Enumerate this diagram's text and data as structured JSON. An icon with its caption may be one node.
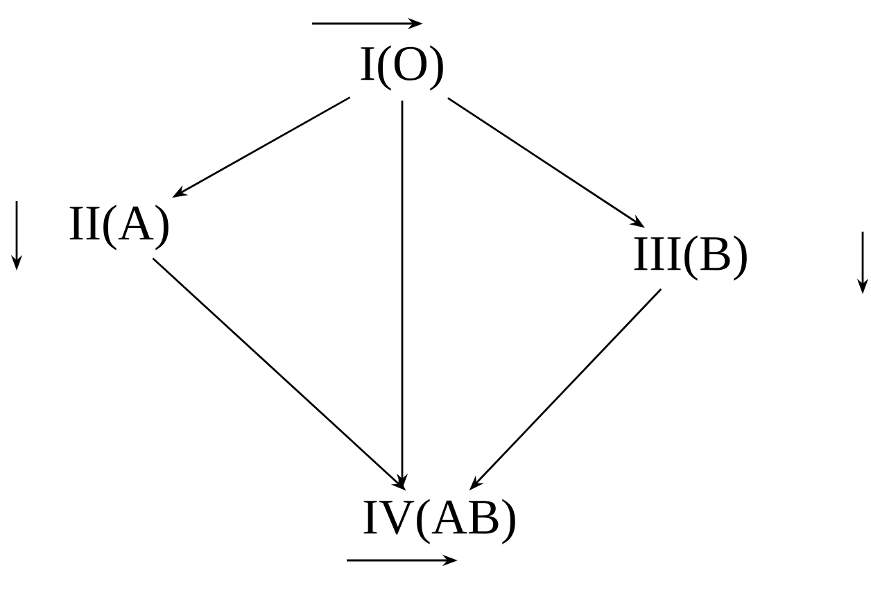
{
  "diagram": {
    "nodes": [
      {
        "text": [
          "I(O)"
        ]
      },
      {
        "text": [
          "II(A)"
        ]
      },
      {
        "text": [
          "III(B)"
        ]
      },
      {
        "text": [
          "IV(AB)"
        ]
      }
    ],
    "edges": [
      {
        "from": 0,
        "to": 1,
        "arrow": "to"
      },
      {
        "from": 0,
        "to": 3,
        "arrow": "to"
      },
      {
        "from": 0,
        "to": 2,
        "arrow": "to"
      },
      {
        "from": 1,
        "to": 3,
        "arrow": "to"
      },
      {
        "from": 2,
        "to": 3,
        "arrow": "to"
      }
    ]
  }
}
